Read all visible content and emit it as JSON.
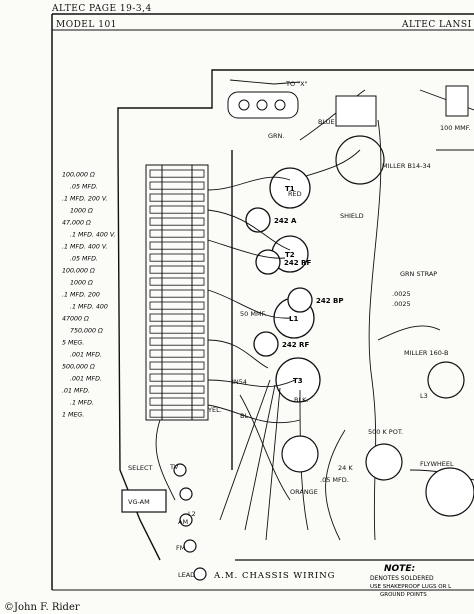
{
  "header": {
    "page_ref": "ALTEC PAGE 19-3,4",
    "model": "MODEL 101",
    "maker": "ALTEC LANSI"
  },
  "diagram": {
    "title": "A.M. CHASSIS WIRING",
    "component_labels": [
      "100,000 Ω",
      ".05 MFD.",
      ".1 MFD. 200 V.",
      "1000 Ω",
      "47,000 Ω",
      ".1 MFD. 400 V.",
      ".1 MFD. 400 V.",
      ".05 MFD.",
      "100,000 Ω",
      "1000 Ω",
      ".1 MFD. 200",
      ".1 MFD. 400",
      "47000 Ω",
      "750,000 Ω",
      "5 MEG.",
      ".001 MFD.",
      "500,000 Ω",
      ".001 MFD.",
      ".01 MFD.",
      ".1 MFD.",
      "1 MEG."
    ],
    "tube_labels": [
      "T1",
      "T2",
      "T3",
      "L1",
      "242 A",
      "242 RF",
      "242 BP",
      "242 RF"
    ],
    "wire_colors": [
      "BLUE",
      "GRN.",
      "RED",
      "BLK.",
      "YEL.",
      "ORANGE",
      "BL"
    ],
    "misc_labels": [
      "TO \"X\"",
      "SHIELD",
      "MILLER B14-34",
      "MILLER 160-B",
      "50 MMF.",
      "100 MMF.",
      "500 K POT.",
      ".0025",
      ".0025",
      "24 K",
      ".05 MFD.",
      "FLYWHEEL",
      "GRN STRAP",
      "VG-AM",
      "SELECT",
      "TV",
      "AM",
      "FM",
      "LEAD",
      "L2",
      "L3",
      "IN54"
    ],
    "note": {
      "heading": "NOTE:",
      "line1": "DENOTES SOLDERED",
      "line2": "USE SHAKEPROOF LUGS OR L",
      "line3": "GROUND POINTS"
    }
  },
  "footer": {
    "copyright": "©John F. Rider"
  }
}
